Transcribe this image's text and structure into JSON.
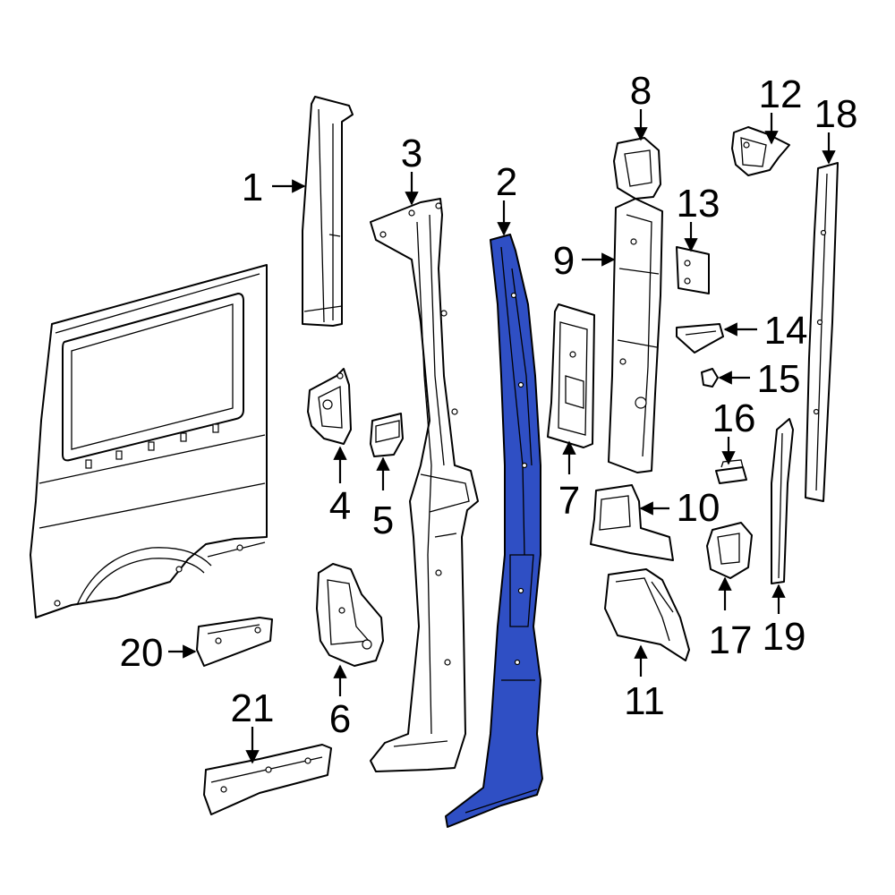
{
  "diagram": {
    "highlight_color": "#2f4fc4",
    "line_color": "#000000",
    "background": "#ffffff"
  },
  "callouts": {
    "c1": "1",
    "c2": "2",
    "c3": "3",
    "c4": "4",
    "c5": "5",
    "c6": "6",
    "c7": "7",
    "c8": "8",
    "c9": "9",
    "c10": "10",
    "c11": "11",
    "c12": "12",
    "c13": "13",
    "c14": "14",
    "c15": "15",
    "c16": "16",
    "c17": "17",
    "c18": "18",
    "c19": "19",
    "c20": "20",
    "c21": "21"
  },
  "highlighted_part": "2"
}
